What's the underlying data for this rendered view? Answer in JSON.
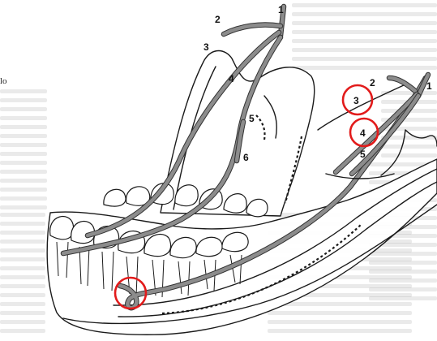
{
  "figure": {
    "edge_text": "lo",
    "main_labels": {
      "l1": "1",
      "l2": "2",
      "l3": "3",
      "l4": "4",
      "l5": "5",
      "l6": "6"
    },
    "inset_labels": {
      "r1": "1",
      "r2": "2",
      "r3": "3",
      "r4": "4",
      "r5": "5"
    }
  },
  "colors": {
    "nerve": "#8c8c8c",
    "outline": "#1a1a1a",
    "highlight": "#e21b1b",
    "background_text": "#7a7a7a"
  }
}
